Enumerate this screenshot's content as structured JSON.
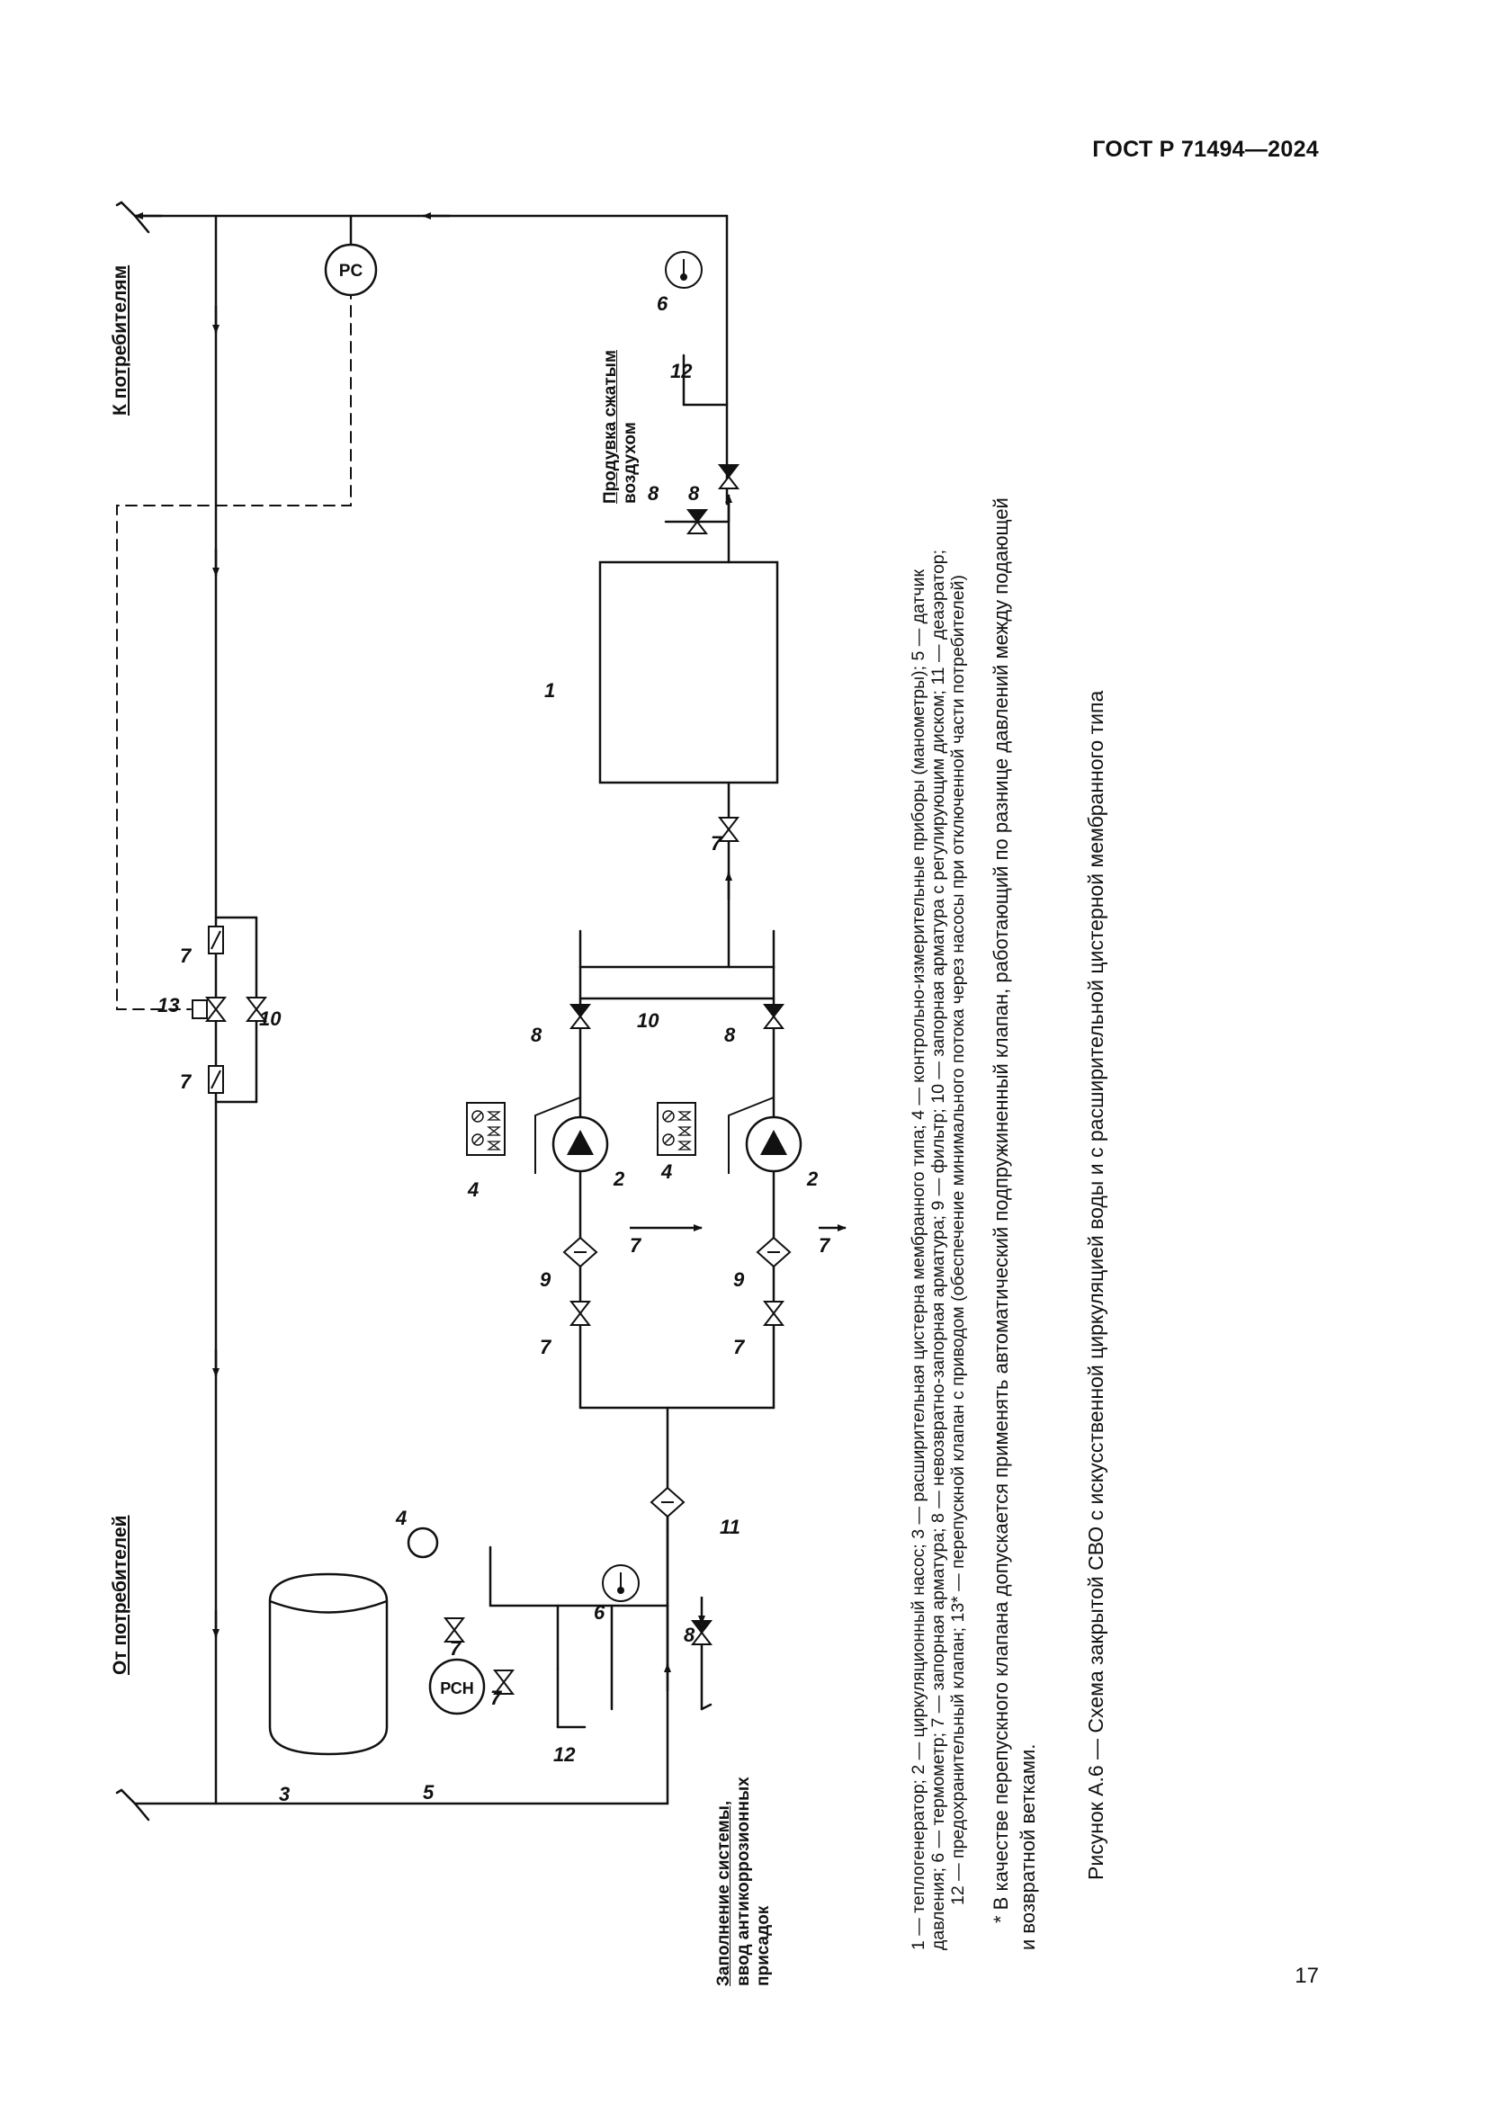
{
  "header": {
    "standard": "ГОСТ Р 71494—2024"
  },
  "page_number": "17",
  "diagram": {
    "label_to_consumers": "К потребителям",
    "label_from_consumers": "От потребителей",
    "label_purge_line1": "Продувка сжатым",
    "label_purge_line2": "воздухом",
    "label_fill_line1": "Заполнение системы,",
    "label_fill_line2": "ввод антикоррозионных",
    "label_fill_line3": "присадок",
    "pc_label": "PC",
    "pch_label": "РСН",
    "num": {
      "n1": "1",
      "n2": "2",
      "n3": "3",
      "n4": "4",
      "n5": "5",
      "n6": "6",
      "n7": "7",
      "n8": "8",
      "n9": "9",
      "n10": "10",
      "n11": "11",
      "n12": "12",
      "n13": "13"
    }
  },
  "legend": {
    "line1": "1 — теплогенератор; 2 — циркуляционный насос; 3 — расширительная цистерна мембранного типа; 4 — контрольно-измерительные приборы (манометры); 5 — датчик",
    "line2": "давления; 6 — термометр; 7 — запорная арматура; 8 — невозвратно-запорная арматура; 9 — фильтр; 10 — запорная арматура с регулирующим диском; 11 — деаэратор;",
    "line3": "12 — предохранительный клапан; 13* — перепускной клапан с приводом (обеспечение минимального потока через насосы при отключенной части потребителей)"
  },
  "note": {
    "line1": "* В качестве перепускного клапана допускается применять автоматический подпружиненный клапан, работающий по разнице давлений между подающей",
    "line2": "и возвратной ветками."
  },
  "caption": "Рисунок А.6 — Схема закрытой СВО с искусственной циркуляцией воды и с расширительной цистерной мембранного типа"
}
